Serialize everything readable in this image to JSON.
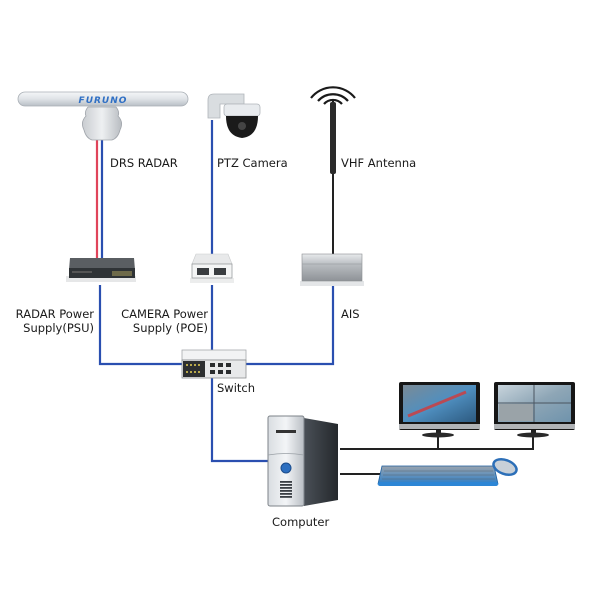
{
  "diagram": {
    "title": "Marine radar / camera / AIS network topology",
    "nodes": {
      "radar": {
        "label": "DRS RADAR",
        "brand": "FURUNO"
      },
      "camera": {
        "label": "PTZ Camera"
      },
      "antenna": {
        "label": "VHF Antenna"
      },
      "psu": {
        "label_line1": "RADAR Power",
        "label_line2": "Supply(PSU)"
      },
      "poe": {
        "label_line1": "CAMERA Power",
        "label_line2": "Supply (POE)"
      },
      "ais": {
        "label": "AIS"
      },
      "switch": {
        "label": "Switch"
      },
      "computer": {
        "label": "Computer"
      },
      "monitors": {
        "count": 2
      },
      "keyboard": {},
      "mouse": {}
    },
    "connections": [
      {
        "from": "radar",
        "to": "psu",
        "cable": "power+data",
        "colors": [
          "#e0445a",
          "#2a4fb0"
        ]
      },
      {
        "from": "camera",
        "to": "poe",
        "cable": "ethernet",
        "color": "#2a4fb0"
      },
      {
        "from": "antenna",
        "to": "ais",
        "cable": "coax",
        "color": "#222222"
      },
      {
        "from": "psu",
        "to": "switch",
        "cable": "ethernet",
        "color": "#2a4fb0"
      },
      {
        "from": "poe",
        "to": "switch",
        "cable": "ethernet",
        "color": "#2a4fb0"
      },
      {
        "from": "ais",
        "to": "switch",
        "cable": "ethernet",
        "color": "#2a4fb0"
      },
      {
        "from": "switch",
        "to": "computer",
        "cable": "ethernet",
        "color": "#2a4fb0"
      },
      {
        "from": "computer",
        "to": "monitors",
        "cable": "video",
        "color": "#222222"
      },
      {
        "from": "computer",
        "to": "keyboard",
        "cable": "usb",
        "color": "#222222"
      }
    ],
    "colors": {
      "network_cable": "#2a4fb0",
      "power_cable": "#e0445a",
      "black_cable": "#222222",
      "brand_text": "#2f6fc4"
    }
  }
}
